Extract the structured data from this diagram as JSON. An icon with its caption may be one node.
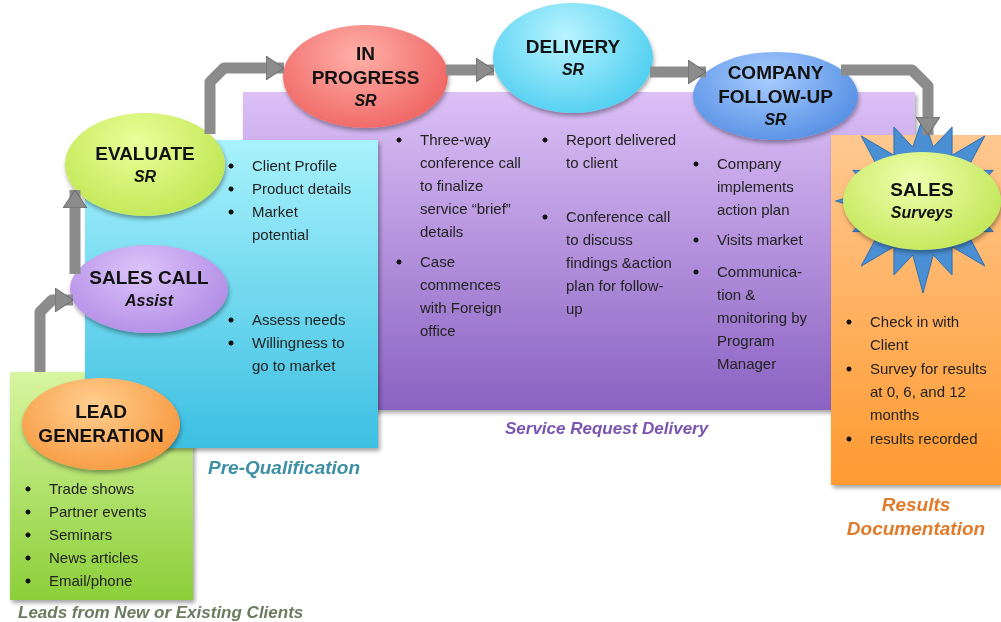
{
  "diagram": {
    "nodes": [
      {
        "text": [
          "Trade shows",
          "Partner events",
          "Seminars",
          "News articles",
          "Email/phone"
        ],
        "beside": [
          "Leads from New or Existing Clients"
        ]
      },
      {
        "text": [
          "LEAD GENERATION"
        ],
        "in": 0
      },
      {
        "text": [
          "Client Profile",
          "Product details",
          "Market potential",
          "Assess needs",
          "Willingness to go to market"
        ],
        "beside": [
          "Pre-Qualification"
        ]
      },
      {
        "text": [
          "SALES CALL",
          "Assist"
        ]
      },
      {
        "text": [
          "EVALUATE",
          "SR"
        ]
      },
      {
        "text": [
          "Three-way conference call to finalize service “brief” details",
          "Case commences with Foreign office",
          "Report delivered to client",
          "Conference call to discuss findings &action plan for follow-up",
          "Company implements action plan",
          "Visits market",
          "Communica- tion & monitoring by Program Manager"
        ],
        "beside": [
          "Service Request Delivery"
        ]
      },
      {
        "text": [
          "IN PROGRESS",
          "SR"
        ]
      },
      {
        "text": [
          "DELIVERY",
          "SR"
        ]
      },
      {
        "text": [
          "COMPANY FOLLOW-UP",
          "SR"
        ]
      },
      {
        "text": [
          "Check in with Client",
          "Survey for results at 0, 6, and 12 months",
          "results recorded"
        ],
        "beside": [
          "Results Documentation"
        ]
      },
      {
        "text": [
          "SALES",
          "Surveys"
        ],
        "in": 9
      }
    ],
    "edges": [
      {
        "from": 0,
        "to": 3,
        "arrow": "to"
      },
      {
        "from": 3,
        "to": 4,
        "arrow": "to"
      },
      {
        "from": 4,
        "to": 6,
        "arrow": "to"
      },
      {
        "from": 6,
        "to": 7,
        "arrow": "to"
      },
      {
        "from": 7,
        "to": 8,
        "arrow": "to"
      },
      {
        "from": 8,
        "to": 9,
        "arrow": "to"
      }
    ]
  }
}
